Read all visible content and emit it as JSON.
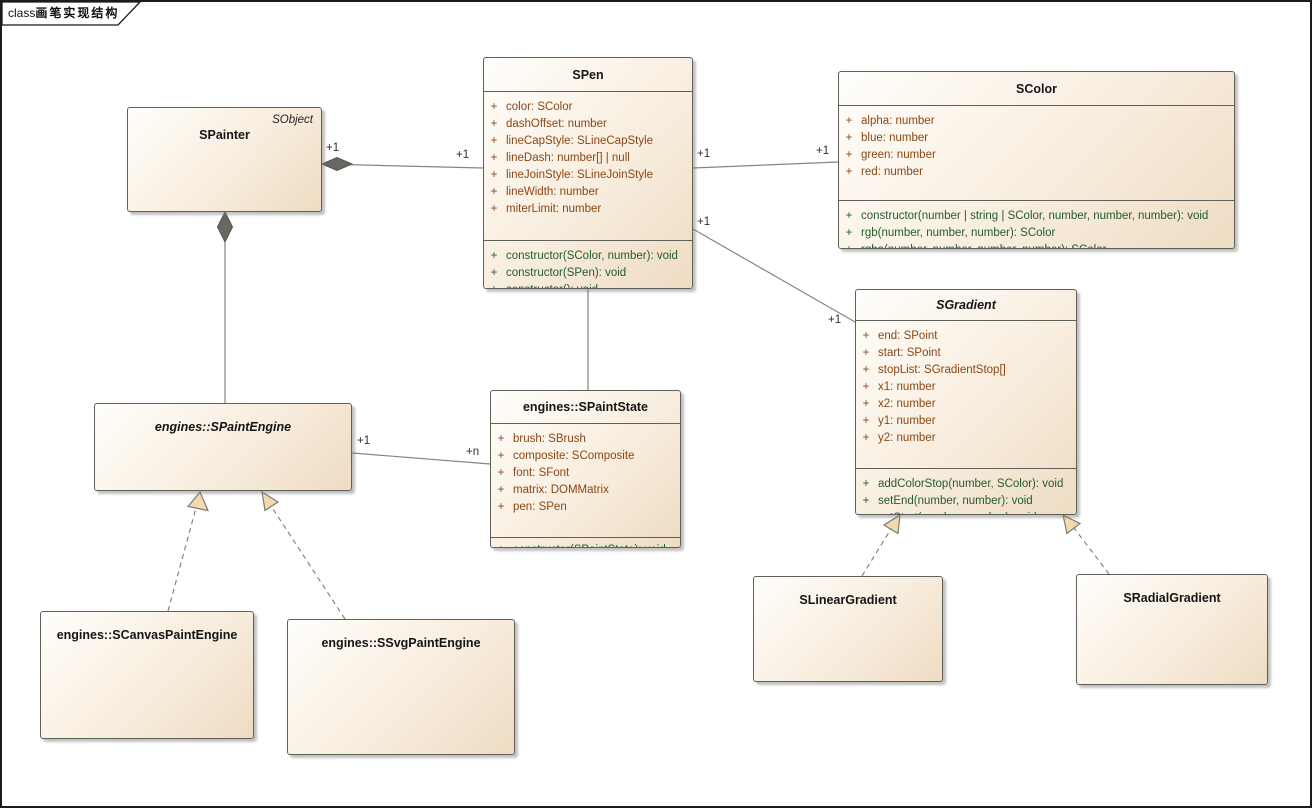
{
  "frame": {
    "kind": "class",
    "diagram_name": "画笔实现结构"
  },
  "colors": {
    "box_fill_light": "#fffefb",
    "box_fill_dark": "#eedcc3",
    "box_border": "#60605a",
    "attribute_text": "#8a4616",
    "operation_text": "#235c2a",
    "edge_line": "#85857d",
    "composition_diamond": "#686862",
    "generalization_arrow_fill": "#f2d9af"
  },
  "classes": {
    "spainter": {
      "name": "SPainter",
      "stereotype": "SObject"
    },
    "spen": {
      "name": "SPen",
      "attributes": [
        {
          "v": "+",
          "t": "color: SColor"
        },
        {
          "v": "+",
          "t": "dashOffset: number"
        },
        {
          "v": "+",
          "t": "lineCapStyle: SLineCapStyle"
        },
        {
          "v": "+",
          "t": "lineDash: number[] | null"
        },
        {
          "v": "+",
          "t": "lineJoinStyle: SLineJoinStyle"
        },
        {
          "v": "+",
          "t": "lineWidth: number"
        },
        {
          "v": "+",
          "t": "miterLimit: number"
        }
      ],
      "methods": [
        {
          "v": "+",
          "t": "constructor(SColor, number): void"
        },
        {
          "v": "+",
          "t": "constructor(SPen): void"
        },
        {
          "v": "+",
          "t": "constructor(): void"
        }
      ]
    },
    "scolor": {
      "name": "SColor",
      "attributes": [
        {
          "v": "+",
          "t": "alpha: number"
        },
        {
          "v": "+",
          "t": "blue: number"
        },
        {
          "v": "+",
          "t": "green: number"
        },
        {
          "v": "+",
          "t": "red: number"
        }
      ],
      "methods": [
        {
          "v": "+",
          "t": "constructor(number | string | SColor, number, number, number): void"
        },
        {
          "v": "+",
          "t": "rgb(number, number, number): SColor"
        },
        {
          "v": "+",
          "t": "rgba(number, number, number, number): SColor"
        }
      ]
    },
    "sgradient": {
      "name": "SGradient",
      "attributes": [
        {
          "v": "+",
          "t": "end: SPoint"
        },
        {
          "v": "+",
          "t": "start: SPoint"
        },
        {
          "v": "+",
          "t": "stopList: SGradientStop[]"
        },
        {
          "v": "+",
          "t": "x1: number"
        },
        {
          "v": "+",
          "t": "x2: number"
        },
        {
          "v": "+",
          "t": "y1: number"
        },
        {
          "v": "+",
          "t": "y2: number"
        }
      ],
      "methods": [
        {
          "v": "+",
          "t": "addColorStop(number, SColor): void"
        },
        {
          "v": "+",
          "t": "setEnd(number, number): void"
        },
        {
          "v": "+",
          "t": "setStart(number, number): void"
        }
      ]
    },
    "spaintstate": {
      "name": "engines::SPaintState",
      "attributes": [
        {
          "v": "+",
          "t": "brush: SBrush"
        },
        {
          "v": "+",
          "t": "composite: SComposite"
        },
        {
          "v": "+",
          "t": "font: SFont"
        },
        {
          "v": "+",
          "t": "matrix: DOMMatrix"
        },
        {
          "v": "+",
          "t": "pen: SPen"
        }
      ],
      "methods": [
        {
          "v": "+",
          "t": "constructor(SPaintState): void"
        }
      ]
    },
    "spaintengine": {
      "name": "engines::SPaintEngine"
    },
    "scanvaspaintengine": {
      "name": "engines::SCanvasPaintEngine"
    },
    "ssvgpaintengine": {
      "name": "engines::SSvgPaintEngine"
    },
    "slineargradient": {
      "name": "SLinearGradient"
    },
    "sradialgradient": {
      "name": "SRadialGradient"
    }
  },
  "edges": {
    "painter_pen": {
      "source_mult": "+1",
      "target_mult": "+1"
    },
    "pen_color": {
      "source_mult": "+1",
      "target_mult": "+1"
    },
    "pen_gradient": {
      "source_mult": "+1",
      "target_mult": "+1"
    },
    "engine_state": {
      "source_mult": "+1",
      "target_mult": "+n"
    }
  }
}
